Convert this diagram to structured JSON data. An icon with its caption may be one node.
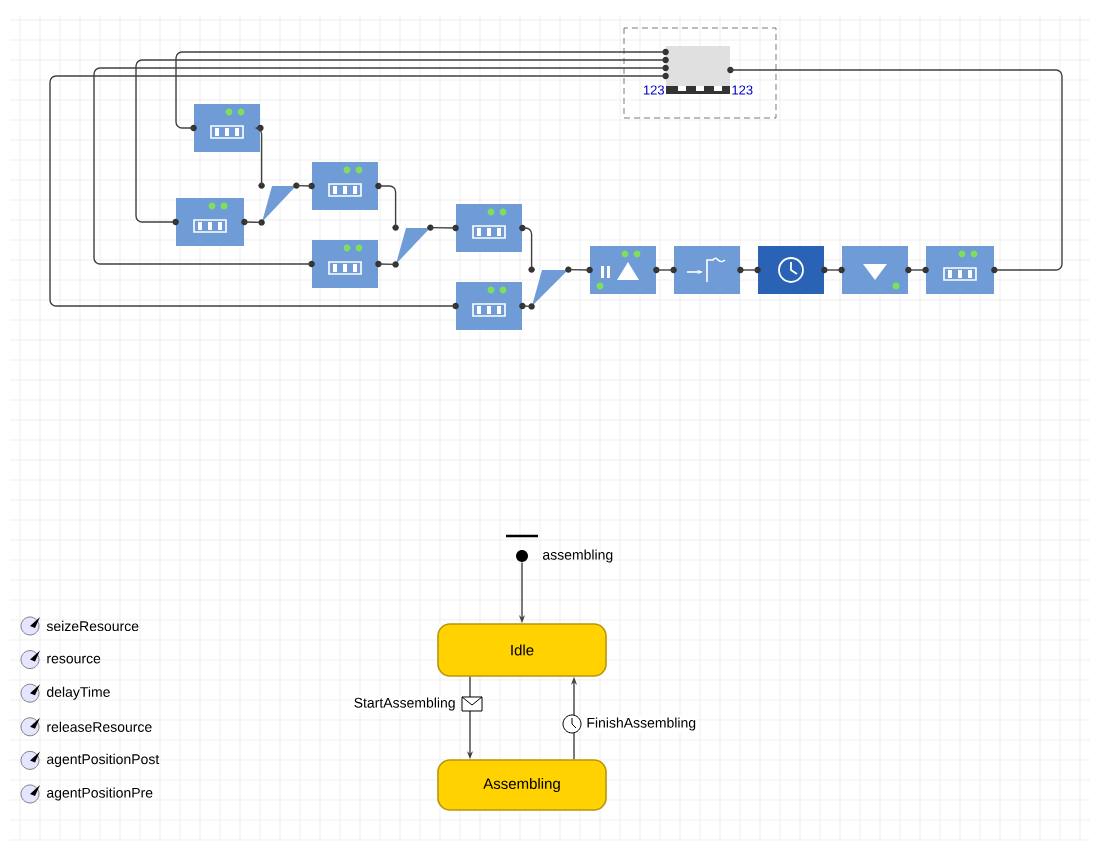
{
  "diagram": {
    "nodes": [
      {
        "text": [],
        "shape": "box",
        "beside": [
          "123",
          "123"
        ]
      },
      {
        "text": [],
        "shape": "box"
      },
      {
        "text": [],
        "shape": "box"
      },
      {
        "text": [],
        "shape": "triangle"
      },
      {
        "text": [],
        "shape": "box"
      },
      {
        "text": [],
        "shape": "box"
      },
      {
        "text": [],
        "shape": "triangle"
      },
      {
        "text": [],
        "shape": "box"
      },
      {
        "text": [],
        "shape": "box"
      },
      {
        "text": [],
        "shape": "triangle"
      },
      {
        "text": [],
        "shape": "box"
      },
      {
        "text": [],
        "shape": "box"
      },
      {
        "text": [],
        "shape": "box"
      },
      {
        "text": [],
        "shape": "box"
      },
      {
        "text": [],
        "shape": "box"
      },
      {
        "text": [],
        "shape": "circle",
        "beside": [
          "assembling"
        ]
      },
      {
        "text": [
          "Idle"
        ]
      },
      {
        "text": [
          "Assembling"
        ]
      }
    ],
    "edges": [
      {
        "from": 1,
        "to": 3,
        "arrow": "none"
      },
      {
        "from": 2,
        "to": 3,
        "arrow": "none"
      },
      {
        "from": 3,
        "to": 4,
        "arrow": "none"
      },
      {
        "from": 4,
        "to": 6,
        "arrow": "none"
      },
      {
        "from": 5,
        "to": 6,
        "arrow": "none"
      },
      {
        "from": 6,
        "to": 7,
        "arrow": "none"
      },
      {
        "from": 7,
        "to": 9,
        "arrow": "none"
      },
      {
        "from": 8,
        "to": 9,
        "arrow": "none"
      },
      {
        "from": 9,
        "to": 10,
        "arrow": "none"
      },
      {
        "from": 10,
        "to": 11,
        "arrow": "none"
      },
      {
        "from": 11,
        "to": 12,
        "arrow": "none"
      },
      {
        "from": 12,
        "to": 13,
        "arrow": "none"
      },
      {
        "from": 13,
        "to": 14,
        "arrow": "none"
      },
      {
        "from": 14,
        "to": 0,
        "arrow": "none"
      },
      {
        "from": 0,
        "to": 1,
        "arrow": "none"
      },
      {
        "from": 0,
        "to": 2,
        "arrow": "none"
      },
      {
        "from": 0,
        "to": 5,
        "arrow": "none"
      },
      {
        "from": 0,
        "to": 8,
        "arrow": "none"
      },
      {
        "from": 15,
        "to": 16,
        "arrow": "to"
      },
      {
        "from": 16,
        "to": 17,
        "arrow": "to",
        "label": "StartAssembling"
      },
      {
        "from": 17,
        "to": 16,
        "arrow": "to",
        "label": "FinishAssembling"
      }
    ],
    "labels": [
      "seizeResource",
      "resource",
      "delayTime",
      "releaseResource",
      "agentPositionPost",
      "agentPositionPre"
    ]
  }
}
